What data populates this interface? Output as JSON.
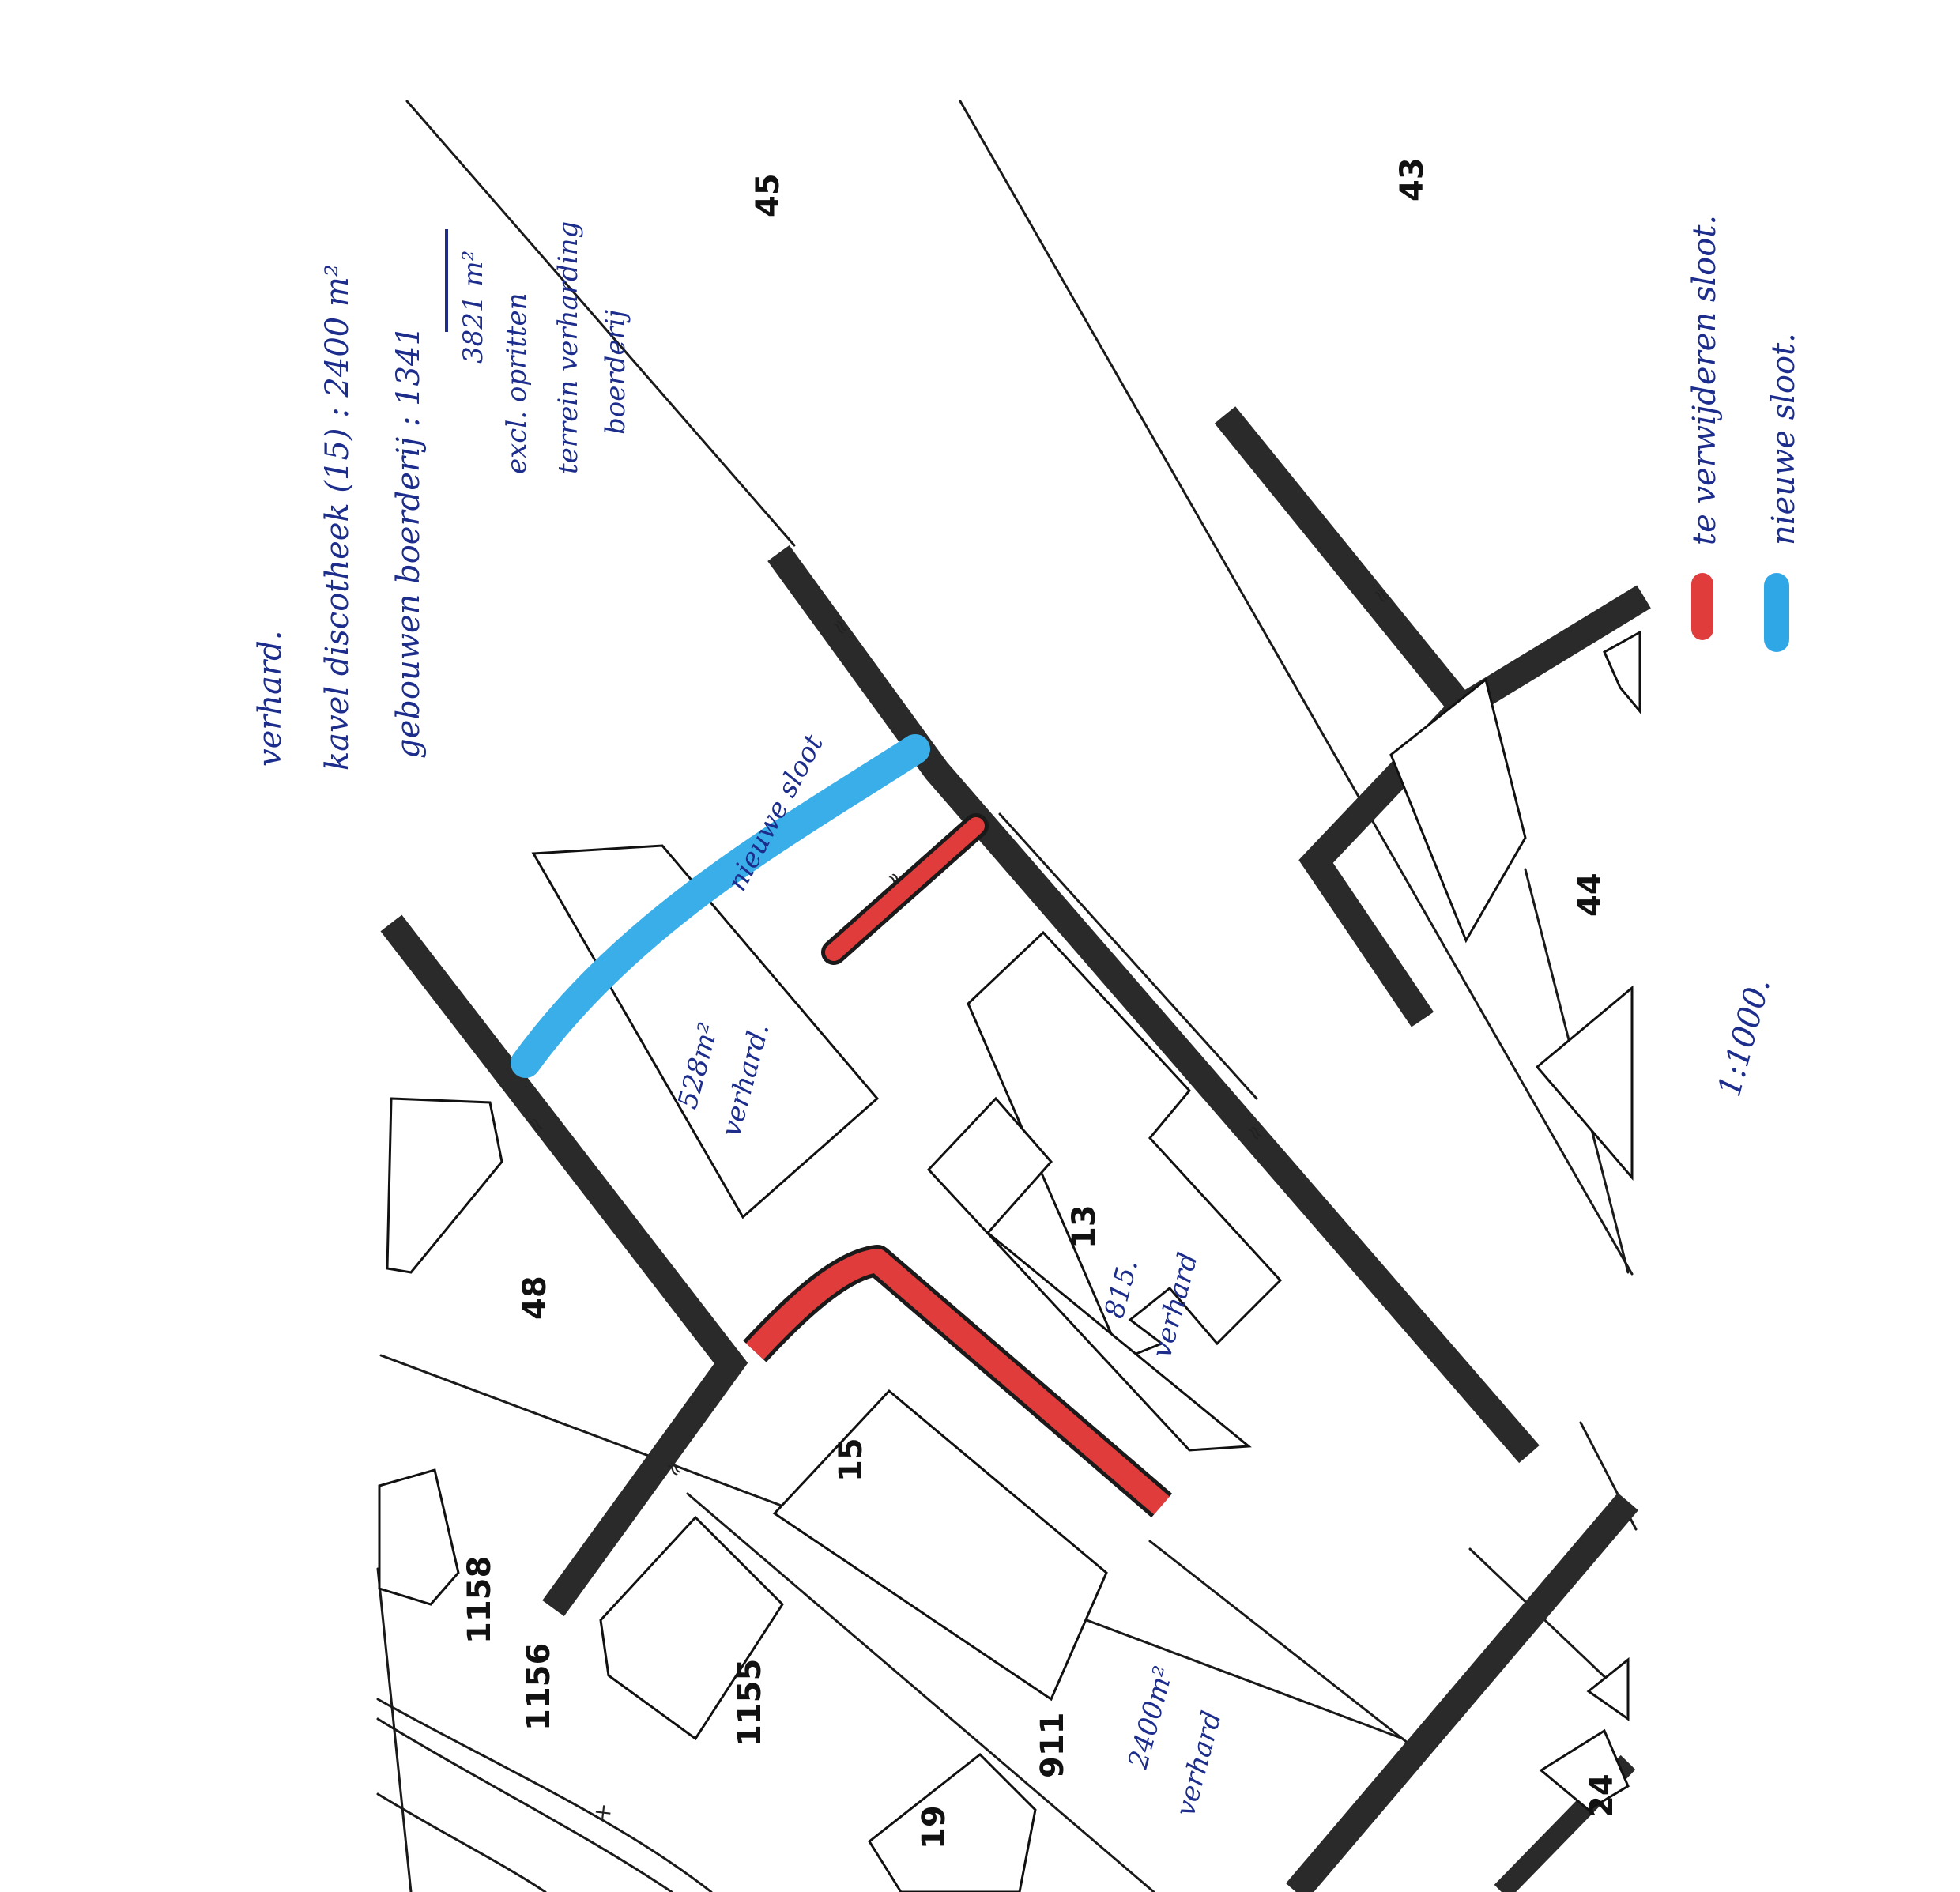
{
  "parcel_numbers": {
    "p45": "45",
    "p43": "43",
    "p44": "44",
    "p48": "48",
    "p13": "13",
    "p15": "15",
    "p1158": "1158",
    "p1156": "1156",
    "p1155": "1155",
    "p911": "911",
    "p19": "19",
    "p24": "24"
  },
  "annotations": {
    "verhard_title": "verhard.",
    "line1": "kavel discotheek (15) : 2400 m²",
    "line2": "gebouwen boerderij : 1341",
    "total": "3821 m²",
    "excl1": "excl. opritten",
    "excl2": "terrein verharding",
    "excl3": "boerderij",
    "nieuwe_sloot_label": "nieuwe sloot",
    "area_528": "528m²",
    "area_528_sub": "verhard.",
    "area_815": "815.",
    "area_815_sub": "verhard",
    "area_2400": "2400m²",
    "area_2400_sub": "verhard",
    "scale": "1:1000."
  },
  "legend": {
    "remove": {
      "label": "te verwijderen sloot.",
      "color": "#e03c3c"
    },
    "new": {
      "label": "nieuwe sloot.",
      "color": "#2fa7e6"
    }
  },
  "colors": {
    "remove_ditch": "#e03c3c",
    "new_ditch": "#3aaee8",
    "ink": "#1c2d8c"
  }
}
